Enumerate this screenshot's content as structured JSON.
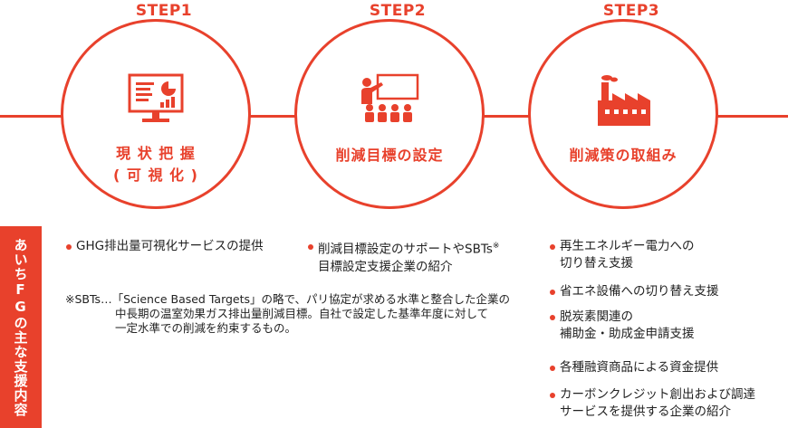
{
  "steps": [
    {
      "label": "STEP1",
      "title_lines": [
        "現 状 把 握",
        "( 可 視 化 )"
      ],
      "icon": "monitor-chart-icon"
    },
    {
      "label": "STEP2",
      "title_lines": [
        "削減目標の設定"
      ],
      "icon": "presentation-audience-icon"
    },
    {
      "label": "STEP3",
      "title_lines": [
        "削減策の取組み"
      ],
      "icon": "factory-icon"
    }
  ],
  "side_label": "あいちFGの主な支援内容",
  "step1_bullets": [
    "GHG排出量可視化サービスの提供"
  ],
  "step2_bullets": [
    {
      "text": "削減目標設定のサポートやSBTs",
      "sup": "※",
      "line2": "目標設定支援企業の紹介"
    }
  ],
  "step3_bullets": [
    {
      "line1": "再生エネルギー電力への",
      "line2": "切り替え支援"
    },
    {
      "line1": "省エネ設備への切り替え支援",
      "line2": ""
    },
    {
      "line1": "脱炭素関連の",
      "line2": "補助金・助成金申請支援"
    },
    {
      "line1": "各種融資商品による資金提供",
      "line2": ""
    },
    {
      "line1": "カーボンクレジット創出および調達",
      "line2": "サービスを提供する企業の紹介"
    }
  ],
  "note": {
    "line1": "※SBTs…「Science Based Targets」の略で、パリ協定が求める水準と整合した企業の",
    "line2": "中長期の温室効果ガス排出量削減目標。自社で設定した基準年度に対して",
    "line3": "一定水準での削減を約束するもの。"
  },
  "colors": {
    "accent": "#e8412c",
    "text": "#222222"
  }
}
